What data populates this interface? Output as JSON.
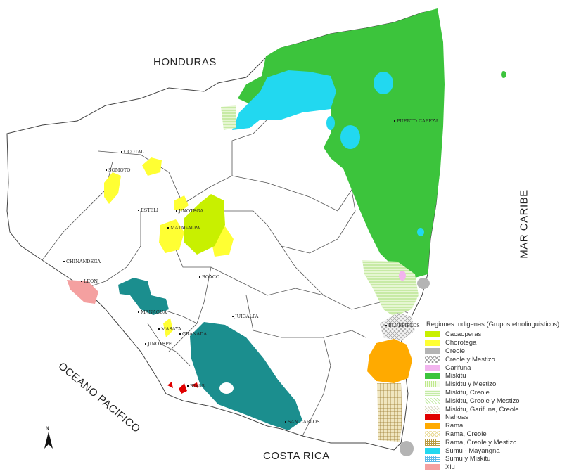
{
  "map": {
    "neighbors": {
      "north": "HONDURAS",
      "south": "COSTA RICA"
    },
    "seas": {
      "east": "MAR CARIBE",
      "west": "OCEANO PACIFICO"
    },
    "north_arrow": "N",
    "cities": [
      "OCOTAL",
      "SOMOTO",
      "ESTELI",
      "JINOTEGA",
      "MATAGALPA",
      "CHINANDEGA",
      "LEON",
      "BOACO",
      "JUIGALPA",
      "MANAGUA",
      "MASAYA",
      "GRANADA",
      "JINOTEPE",
      "RIVAS",
      "SAN CARLOS",
      "BLUEFIELDS",
      "PUERTO CABEZA"
    ]
  },
  "legend": {
    "title": "Regiones Indigenas (Grupos etnolinguisticos)",
    "items": [
      {
        "label": "Cacaoperas",
        "color": "#c8f000",
        "pattern": "solid"
      },
      {
        "label": "Chorotega",
        "color": "#ffff33",
        "pattern": "solid"
      },
      {
        "label": "Creole",
        "color": "#b4b4b4",
        "pattern": "solid"
      },
      {
        "label": "Creole y Mestizo",
        "color": "#9a9a9a",
        "pattern": "crosshatch"
      },
      {
        "label": "Garifuna",
        "color": "#f2b4ee",
        "pattern": "solid"
      },
      {
        "label": "Miskitu",
        "color": "#3cc43c",
        "pattern": "solid"
      },
      {
        "label": "Miskitu y Mestizo",
        "color": "#bfe98a",
        "pattern": "vlines"
      },
      {
        "label": "Miskitu, Creole",
        "color": "#c4eba6",
        "pattern": "hlines"
      },
      {
        "label": "Miskitu, Creole y Mestizo",
        "color": "#c4eba6",
        "pattern": "dlines"
      },
      {
        "label": "Miskitu, Garifuna, Creole",
        "color": "#d8d8c0",
        "pattern": "dlines"
      },
      {
        "label": "Nahoas",
        "color": "#e00000",
        "pattern": "solid"
      },
      {
        "label": "Rama",
        "color": "#ffaa00",
        "pattern": "solid"
      },
      {
        "label": "Rama, Creole",
        "color": "#e8d890",
        "pattern": "crosshatch"
      },
      {
        "label": "Rama, Creole y Mestizo",
        "color": "#b89a40",
        "pattern": "grid"
      },
      {
        "label": "Sumu - Mayangna",
        "color": "#22d8f0",
        "pattern": "solid"
      },
      {
        "label": "Sumu y Miskitu",
        "color": "#5ab8e8",
        "pattern": "grid"
      },
      {
        "label": "Xiu",
        "color": "#f4a0a0",
        "pattern": "solid"
      }
    ]
  }
}
